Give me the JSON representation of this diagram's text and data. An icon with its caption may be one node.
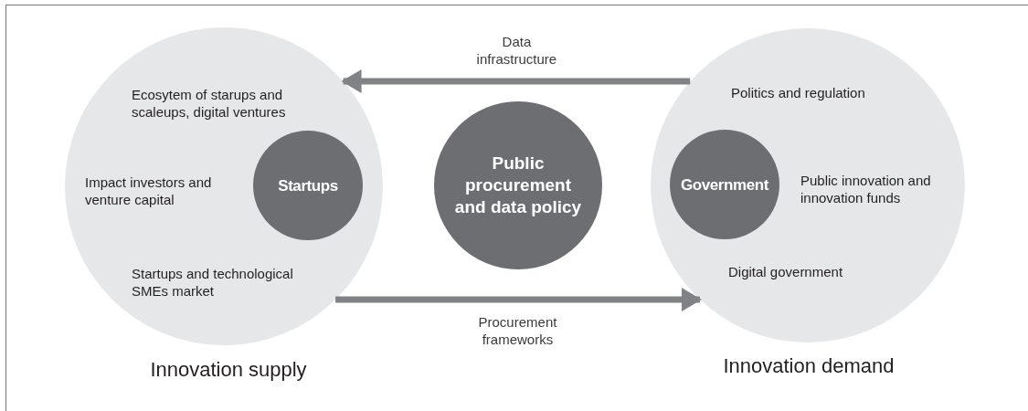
{
  "diagram": {
    "nodes": [
      {
        "text": [
          "Ecosytem of starups and scaleups, digital ventures",
          "Impact investors and venture capital",
          "Startups and technological SMEs market",
          "Innovation supply"
        ]
      },
      {
        "text": [
          "Startups"
        ],
        "in": 0
      },
      {
        "text": [
          "Public procurement and data policy"
        ]
      },
      {
        "text": [
          "Politics and regulation",
          "Public innovation and innovation funds",
          "Digital government",
          "Innovation demand"
        ]
      },
      {
        "text": [
          "Government"
        ],
        "in": 3
      }
    ],
    "edges": [
      {
        "from": 3,
        "to": 0,
        "arrow": "to",
        "label": "Data infrastructure"
      },
      {
        "from": 0,
        "to": 3,
        "arrow": "to",
        "label": "Procurement frameworks"
      }
    ]
  }
}
